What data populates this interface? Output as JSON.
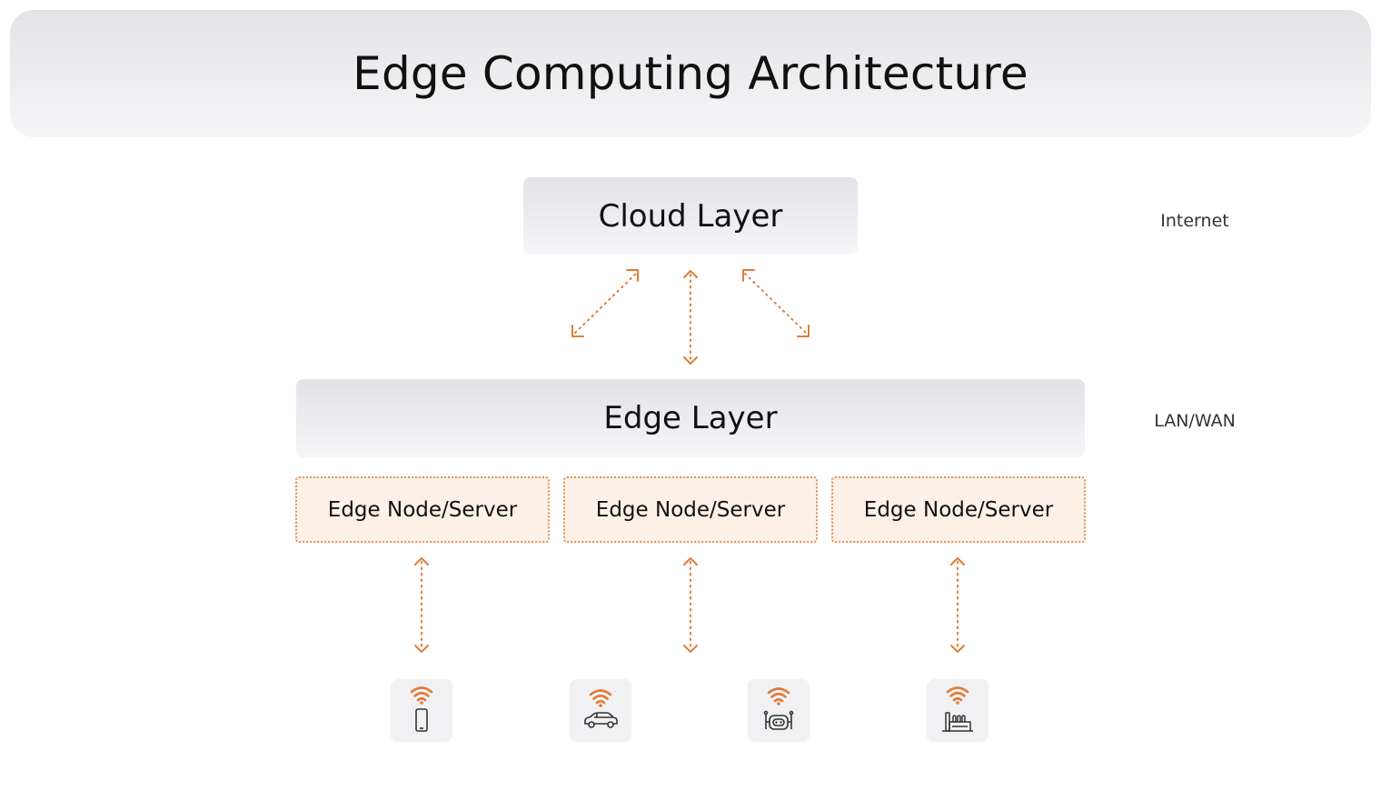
{
  "title": "Edge Computing Architecture",
  "layers": {
    "cloud": "Cloud Layer",
    "edge": "Edge Layer"
  },
  "side_labels": {
    "cloud": "Internet",
    "edge": "LAN/WAN"
  },
  "edge_nodes": [
    "Edge Node/Server",
    "Edge Node/Server",
    "Edge Node/Server"
  ],
  "devices": [
    "smartphone-icon",
    "car-icon",
    "robot-icon",
    "factory-icon"
  ],
  "colors": {
    "accent": "#e07b39",
    "node_fill": "#fdf1e7",
    "node_border": "#e0935a"
  }
}
